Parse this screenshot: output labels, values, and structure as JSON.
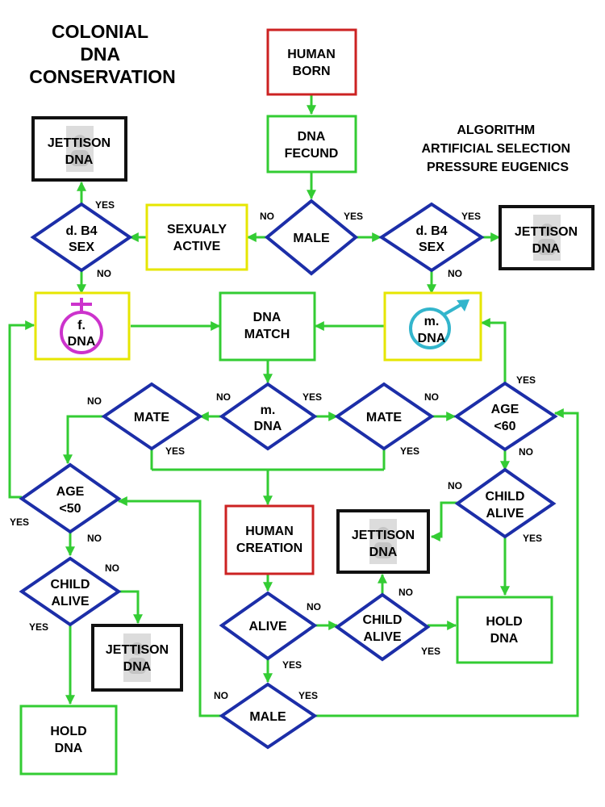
{
  "title": [
    "COLONIAL",
    "DNA",
    "CONSERVATION"
  ],
  "subtitle": [
    "ALGORITHM",
    "ARTIFICIAL SELECTION",
    "PRESSURE EUGENICS"
  ],
  "nodes": {
    "human_born": [
      "HUMAN",
      "BORN"
    ],
    "dna_fecund": [
      "DNA",
      "FECUND"
    ],
    "male_top": [
      "MALE"
    ],
    "sexualy_active": [
      "SEXUALY",
      "ACTIVE"
    ],
    "db4_left": [
      "d. B4",
      "SEX"
    ],
    "db4_right": [
      "d. B4",
      "SEX"
    ],
    "jettison_tl": [
      "JETTISON",
      "DNA"
    ],
    "jettison_tr": [
      "JETTISON",
      "DNA"
    ],
    "f_dna": [
      "f.",
      "DNA"
    ],
    "dna_match": [
      "DNA",
      "MATCH"
    ],
    "m_dna_box": [
      "m.",
      "DNA"
    ],
    "mate_left": [
      "MATE"
    ],
    "m_dna_diamond": [
      "m.",
      "DNA"
    ],
    "mate_right": [
      "MATE"
    ],
    "age60": [
      "AGE",
      "<60"
    ],
    "age50": [
      "AGE",
      "<50"
    ],
    "human_creation": [
      "HUMAN",
      "CREATION"
    ],
    "child_alive_r": [
      "CHILD",
      "ALIVE"
    ],
    "jettison_mid": [
      "JETTISON",
      "DNA"
    ],
    "child_alive_l": [
      "CHILD",
      "ALIVE"
    ],
    "jettison_bl": [
      "JETTISON",
      "DNA"
    ],
    "alive": [
      "ALIVE"
    ],
    "child_alive_m": [
      "CHILD",
      "ALIVE"
    ],
    "hold_dna_r": [
      "HOLD",
      "DNA"
    ],
    "male_bottom": [
      "MALE"
    ],
    "hold_dna_l": [
      "HOLD",
      "DNA"
    ]
  },
  "edge_labels": {
    "male_top_no": "NO",
    "male_top_yes": "YES",
    "db4_left_yes": "YES",
    "db4_left_no": "NO",
    "db4_right_yes": "YES",
    "db4_right_no": "NO",
    "mate_left_no": "NO",
    "mate_left_yes": "YES",
    "mdna_no": "NO",
    "mdna_yes": "YES",
    "mate_right_no": "NO",
    "mate_right_yes": "YES",
    "age60_yes": "YES",
    "age60_no": "NO",
    "age50_yes": "YES",
    "age50_no": "NO",
    "child_r_no": "NO",
    "child_r_yes": "YES",
    "child_l_no": "NO",
    "child_l_yes": "YES",
    "alive_no": "NO",
    "alive_yes": "YES",
    "child_m_no": "NO",
    "child_m_yes": "YES",
    "male_bot_no": "NO",
    "male_bot_yes": "YES"
  },
  "colors": {
    "connector": "#33cc33",
    "decision_border": "#1c2ea8",
    "process_border": "#33cc33",
    "start_border": "#cc2222",
    "data_border": "#e6e600",
    "terminal_border": "#111111",
    "female_symbol": "#cc33cc",
    "male_symbol": "#33b5cc"
  }
}
